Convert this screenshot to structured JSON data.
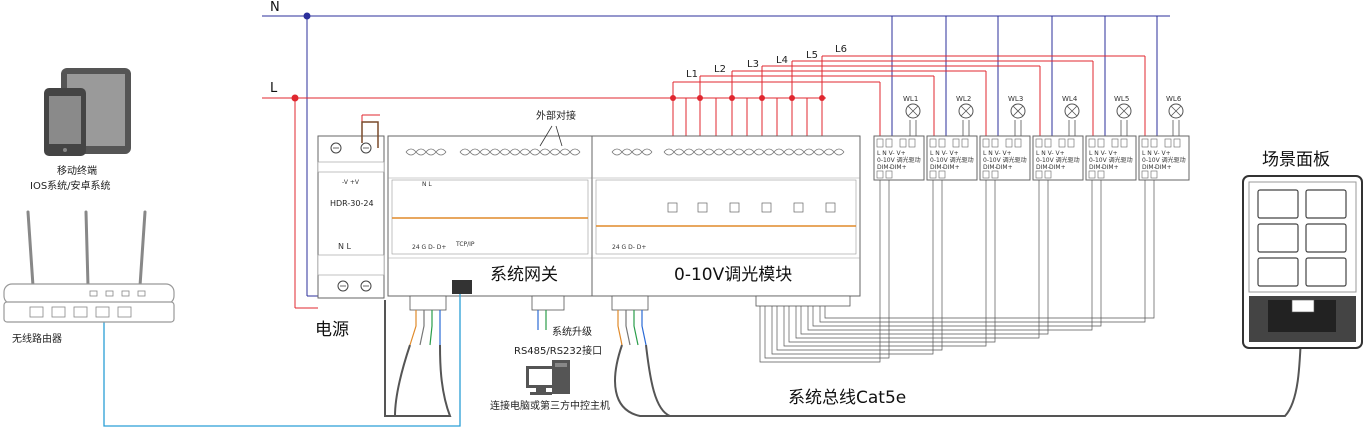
{
  "neutral": "N",
  "live": "L",
  "phases": [
    "L1",
    "L2",
    "L3",
    "L4",
    "L5",
    "L6"
  ],
  "lamps": [
    "WL1",
    "WL2",
    "WL3",
    "WL4",
    "WL5",
    "WL6"
  ],
  "driver": {
    "title": "0-10V 调光驱动",
    "dim_minus": "DIM-",
    "dim_plus": "DIM+",
    "terminals": "L N V- V+"
  },
  "terminal": {
    "external": "外部对接"
  },
  "mobile": {
    "line1": "移动终端",
    "line2": "IOS系统/安卓系统"
  },
  "router_label": "无线路由器",
  "psu": {
    "model": "HDR-30-24",
    "label": "电源",
    "out": "-V +V",
    "in": "N   L"
  },
  "gateway": {
    "label": "系统网关",
    "sub": "24  G  D- D+",
    "tcp": "TCP/IP",
    "nl": "N    L"
  },
  "dimmer": {
    "label": "0-10V调光模块",
    "sub": "24  G  D- D+"
  },
  "upgrade": "系统升级",
  "rs_port": "RS485/RS232接口",
  "pc_caption": "连接电脑或第三方中控主机",
  "bus": "系统总线Cat5e",
  "scene_panel": "场景面板",
  "colors": {
    "neutral": "#2b2f9b",
    "live": "#e0272f",
    "data": "#2a9fd6",
    "bus": "#555555"
  }
}
